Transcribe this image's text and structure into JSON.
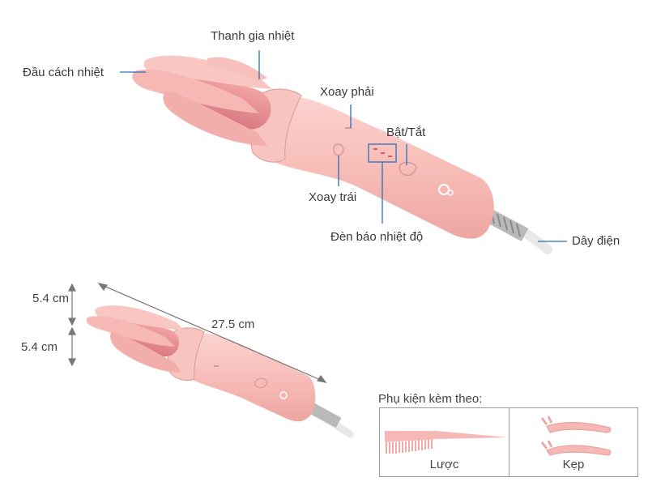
{
  "labels": {
    "insulated_tip": "Đầu cách nhiệt",
    "heating_bar": "Thanh gia nhiệt",
    "rotate_right": "Xoay phải",
    "power": "Bật/Tắt",
    "rotate_left": "Xoay trái",
    "temp_indicator": "Đèn báo nhiệt độ",
    "power_cord": "Dây điện"
  },
  "dimensions": {
    "length": "27.5 cm",
    "width_top": "5.4 cm",
    "width_bottom": "5.4 cm"
  },
  "accessories": {
    "title": "Phụ kiện kèm theo:",
    "comb": "Lược",
    "clip": "Kẹp"
  },
  "colors": {
    "product_pink": "#f6b8b4",
    "leader_blue": "#2d6fb7"
  }
}
